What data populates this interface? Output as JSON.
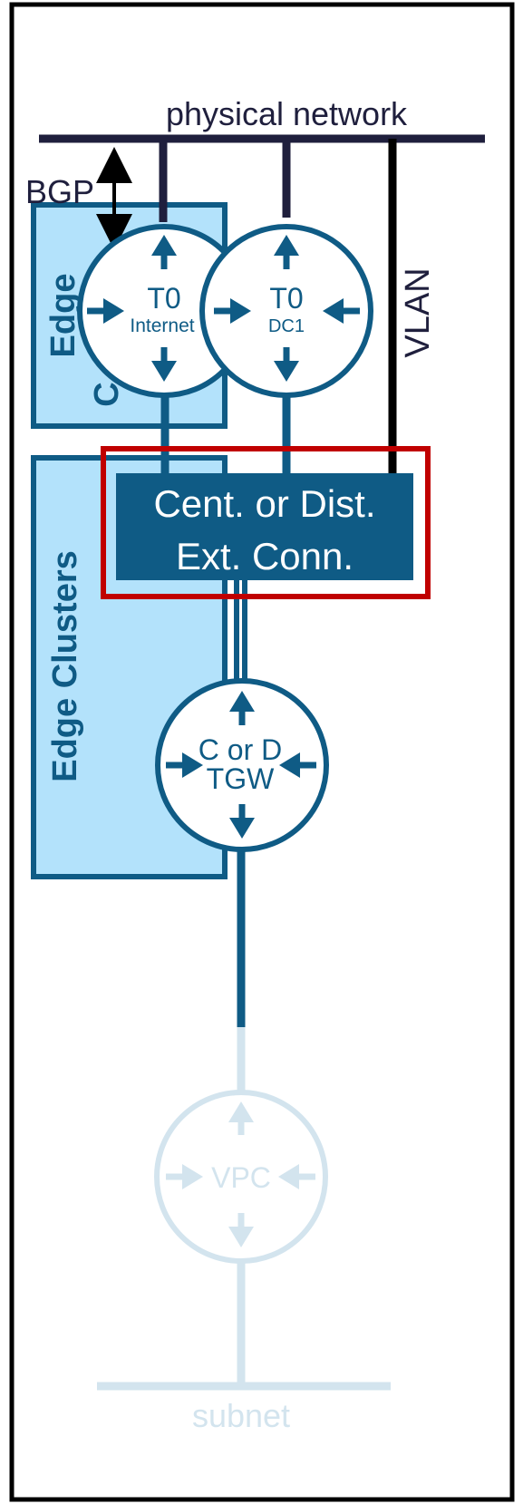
{
  "labels": {
    "physical_network": "physical network",
    "bgp": "BGP",
    "vlan": "VLAN",
    "edge_partial": "Edge",
    "edge_partial_c": "C",
    "edge_clusters": "Edge Clusters",
    "cent_dist_line1": "Cent. or Dist.",
    "cent_dist_line2": "Ext. Conn.",
    "subnet": "subnet"
  },
  "routers": {
    "t0_internet": {
      "name": "T0",
      "sub": "Internet"
    },
    "t0_dc1": {
      "name": "T0",
      "sub": "DC1"
    },
    "tgw": {
      "name": "C or D",
      "sub": "TGW"
    },
    "vpc": {
      "name": "VPC"
    }
  },
  "colors": {
    "navy": "#1f1f3d",
    "teal": "#0f5b85",
    "light_blue_fill": "#b3e2fb",
    "faded": "#d3e4ee",
    "highlight_red": "#c00000",
    "black": "#000000"
  }
}
